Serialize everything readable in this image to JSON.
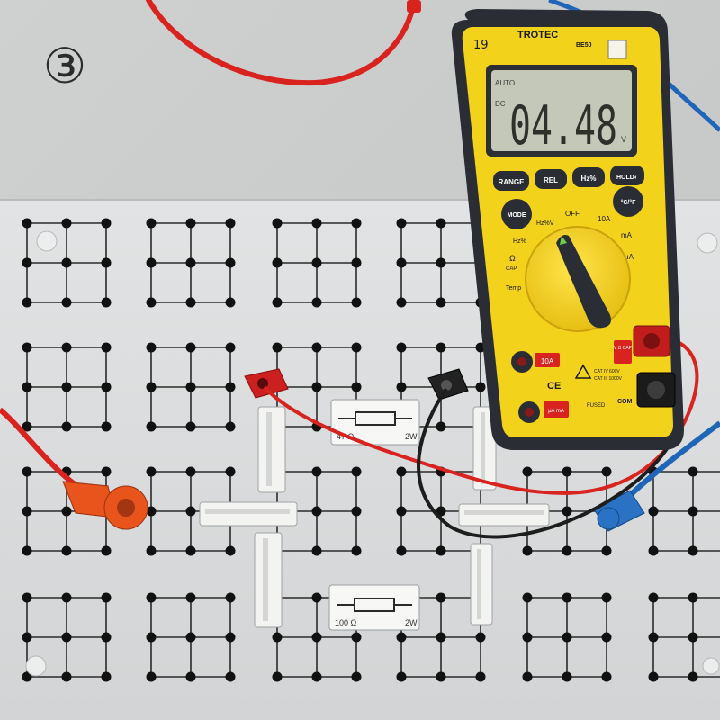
{
  "photo": {
    "step_number": "③",
    "colors": {
      "wall": "#c9cbcb",
      "board": "#d9dbdc",
      "meter_yellow": "#f3d21c",
      "meter_body": "#2a2d33",
      "lcd": "#c4c8b8",
      "wire_red": "#d8231f",
      "wire_black": "#1d1d1d",
      "wire_blue": "#1f66b8",
      "socket_red": "#cc1f1f",
      "plug_orange": "#e8541c"
    }
  },
  "multimeter": {
    "serial_mark": "19",
    "brand": "TROTEC",
    "model": "BE50",
    "display": {
      "reading": "04.48",
      "auto": "AUTO",
      "dc": "DC",
      "unit": "V"
    },
    "buttons": {
      "range": "RANGE",
      "rel": "REL",
      "hz": "Hz%",
      "hold": "HOLD◐",
      "mode": "MODE",
      "temp_unit": "°C/°F"
    },
    "dial": {
      "off": "OFF",
      "v": "Hz%V",
      "a10": "10A",
      "hz": "Hz%",
      "ma": "mA",
      "ua": "μA",
      "ohm": "Ω",
      "cap": "CAP",
      "temp": "Temp"
    },
    "jacks": {
      "a10": "10A",
      "ua_ma": "μA mA",
      "com": "COM",
      "vcap": "V Ω CAP",
      "ce": "CE",
      "fused": "FUSED",
      "cat1": "CAT IV 600V",
      "cat2": "CAT III 1000V"
    }
  },
  "resistors": [
    {
      "value": "47 Ω",
      "power": "2W"
    },
    {
      "value": "100 Ω",
      "power": "2W"
    }
  ]
}
